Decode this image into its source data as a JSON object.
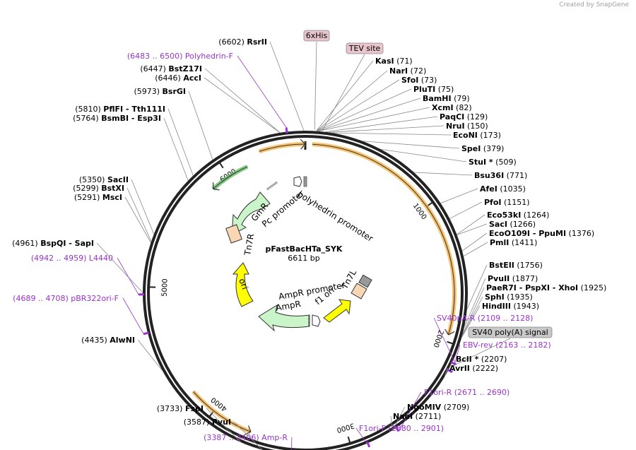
{
  "credit": "Created by SnapGene",
  "plasmid": {
    "name": "pFastBacHTa_SYK",
    "size": "6611 bp",
    "length": 6611
  },
  "ticks": [
    {
      "bp": 1000,
      "label": "1000"
    },
    {
      "bp": 2000,
      "label": "2000"
    },
    {
      "bp": 3000,
      "label": "3000"
    },
    {
      "bp": 4000,
      "label": "4000"
    },
    {
      "bp": 5000,
      "label": "5000"
    },
    {
      "bp": 6000,
      "label": "6000"
    }
  ],
  "sites": [
    {
      "bp": 6602,
      "side": "left",
      "name": "RsrII",
      "pos": "(6602)"
    },
    {
      "bp": 6447,
      "side": "left",
      "name": "BstZ17I",
      "pos": "(6447)"
    },
    {
      "bp": 6446,
      "side": "left",
      "name": "AccI",
      "pos": "(6446)"
    },
    {
      "bp": 5973,
      "side": "left",
      "name": "BsrGI",
      "pos": "(5973)"
    },
    {
      "bp": 5810,
      "side": "left",
      "name": "PflFI",
      "extra": "- Tth111I",
      "pos": "(5810)"
    },
    {
      "bp": 5764,
      "side": "left",
      "name": "BsmBI",
      "extra": "- Esp3I",
      "pos": "(5764)"
    },
    {
      "bp": 5350,
      "side": "left",
      "name": "SacII",
      "pos": "(5350)"
    },
    {
      "bp": 5299,
      "side": "left",
      "name": "BstXI",
      "pos": "(5299)"
    },
    {
      "bp": 5291,
      "side": "left",
      "name": "MscI",
      "pos": "(5291)"
    },
    {
      "bp": 4961,
      "side": "left",
      "name": "BspQI",
      "extra": "- SapI",
      "pos": "(4961)"
    },
    {
      "bp": 4435,
      "side": "left",
      "name": "AlwNI",
      "pos": "(4435)"
    },
    {
      "bp": 3733,
      "side": "left",
      "name": "FspI",
      "pos": "(3733)"
    },
    {
      "bp": 3587,
      "side": "left",
      "name": "PvuI",
      "pos": "(3587)"
    },
    {
      "bp": 71,
      "side": "right",
      "name": "KasI",
      "pos": "(71)"
    },
    {
      "bp": 72,
      "side": "right",
      "name": "NarI",
      "pos": "(72)"
    },
    {
      "bp": 73,
      "side": "right",
      "name": "SfoI",
      "pos": "(73)"
    },
    {
      "bp": 75,
      "side": "right",
      "name": "PluTI",
      "pos": "(75)"
    },
    {
      "bp": 79,
      "side": "right",
      "name": "BamHI",
      "pos": "(79)"
    },
    {
      "bp": 82,
      "side": "right",
      "name": "XcmI",
      "pos": "(82)"
    },
    {
      "bp": 129,
      "side": "right",
      "name": "PaqCI",
      "pos": "(129)"
    },
    {
      "bp": 150,
      "side": "right",
      "name": "NruI",
      "pos": "(150)"
    },
    {
      "bp": 173,
      "side": "right",
      "name": "EcoNI",
      "pos": "(173)"
    },
    {
      "bp": 379,
      "side": "right",
      "name": "SpeI",
      "pos": "(379)"
    },
    {
      "bp": 509,
      "side": "right",
      "name": "StuI *",
      "pos": "(509)"
    },
    {
      "bp": 771,
      "side": "right",
      "name": "Bsu36I",
      "pos": "(771)"
    },
    {
      "bp": 1035,
      "side": "right",
      "name": "AfeI",
      "pos": "(1035)"
    },
    {
      "bp": 1151,
      "side": "right",
      "name": "PfoI",
      "pos": "(1151)"
    },
    {
      "bp": 1264,
      "side": "right",
      "name": "Eco53kI",
      "pos": "(1264)"
    },
    {
      "bp": 1266,
      "side": "right",
      "name": "SacI",
      "pos": "(1266)"
    },
    {
      "bp": 1376,
      "side": "right",
      "name": "EcoO109I",
      "extra": "- PpuMI",
      "pos": "(1376)"
    },
    {
      "bp": 1411,
      "side": "right",
      "name": "PmlI",
      "pos": "(1411)"
    },
    {
      "bp": 1756,
      "side": "right",
      "name": "BstEII",
      "pos": "(1756)"
    },
    {
      "bp": 1877,
      "side": "right",
      "name": "PvuII",
      "pos": "(1877)"
    },
    {
      "bp": 1925,
      "side": "right",
      "name": "PaeR7I",
      "extra": "- PspXI  - XhoI",
      "pos": "(1925)"
    },
    {
      "bp": 1935,
      "side": "right",
      "name": "SphI",
      "pos": "(1935)"
    },
    {
      "bp": 1943,
      "side": "right",
      "name": "HindIII",
      "pos": "(1943)"
    },
    {
      "bp": 2207,
      "side": "right",
      "name": "BclI *",
      "pos": "(2207)"
    },
    {
      "bp": 2222,
      "side": "right",
      "name": "AvrII",
      "pos": "(2222)"
    },
    {
      "bp": 2709,
      "side": "right",
      "name": "NgoMIV",
      "pos": "(2709)"
    },
    {
      "bp": 2711,
      "side": "right",
      "name": "NaeI",
      "pos": "(2711)"
    }
  ],
  "primers": [
    {
      "bp": 6491,
      "text": "(6483 .. 6500)  Polyhedrin-F"
    },
    {
      "bp": 4950,
      "text": "(4942 .. 4959)  L4440"
    },
    {
      "bp": 4698,
      "text": "(4689 .. 4708)  pBR322ori-F"
    },
    {
      "bp": 3396,
      "text": "(3387 .. 3406)  Amp-R"
    },
    {
      "bp": 2118,
      "text": "SV40pA-R   (2109 .. 2128)"
    },
    {
      "bp": 2172,
      "text": "EBV-rev    (2163 .. 2182)"
    },
    {
      "bp": 2680,
      "text": "F1ori-R    (2671 .. 2690)"
    },
    {
      "bp": 2890,
      "text": "F1ori-F   (2880 .. 2901)"
    }
  ],
  "boxed": [
    {
      "bp": 60,
      "text": "6xHis",
      "color": "#e8c4cc"
    },
    {
      "bp": 110,
      "text": "TEV site",
      "color": "#e8c4cc"
    },
    {
      "bp": 2140,
      "text": "SV40 poly(A) signal",
      "color": "#c8c8c8"
    }
  ],
  "arcs": [
    {
      "from": 6280,
      "to": 6610,
      "r": 211,
      "dir": "cw",
      "color": "#f5b041",
      "label": ""
    },
    {
      "from": 50,
      "to": 1950,
      "r": 211,
      "dir": "cw",
      "color": "#f5b041",
      "label": ""
    },
    {
      "from": 3700,
      "to": 4200,
      "r": 211,
      "dir": "ccw",
      "color": "#f5b041",
      "label": ""
    },
    {
      "from": 5850,
      "to": 6160,
      "r": 197,
      "dir": "ccw",
      "color": "#5cb85c",
      "label": ""
    }
  ],
  "features": [
    {
      "name": "polyhedrin promoter",
      "color": "#ffffff",
      "kind": "promoter"
    },
    {
      "name": "Pc promoter",
      "color": "#ffffff",
      "kind": "promoter"
    },
    {
      "name": "GmR",
      "color": "#c9f5c9",
      "kind": "cds"
    },
    {
      "name": "Tn7R",
      "color": "#f9d7b4",
      "kind": "misc"
    },
    {
      "name": "ori",
      "color": "#ffff00",
      "kind": "origin"
    },
    {
      "name": "AmpR promoter",
      "color": "#ffffff",
      "kind": "promoter"
    },
    {
      "name": "AmpR",
      "color": "#c9f5c9",
      "kind": "cds"
    },
    {
      "name": "f1 ori",
      "color": "#ffff00",
      "kind": "origin"
    },
    {
      "name": "Tn7L",
      "color": "#f9d7b4",
      "kind": "misc"
    },
    {
      "name": "SV40 poly(A) signal",
      "color": "#999999",
      "kind": "terminator"
    }
  ]
}
